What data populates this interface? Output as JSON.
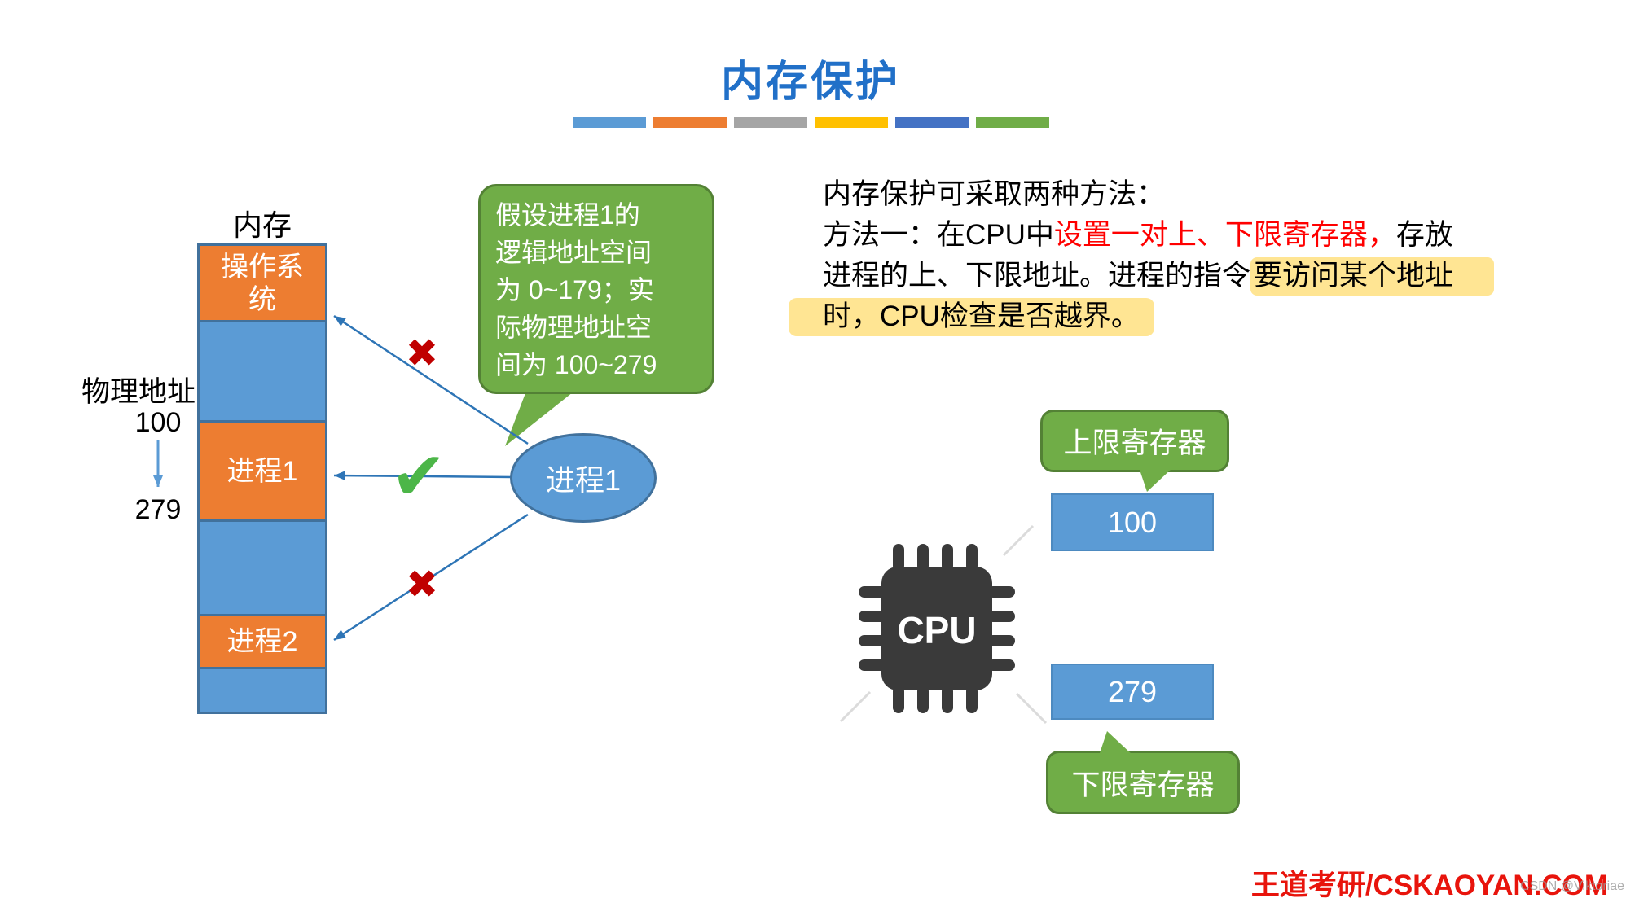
{
  "title": {
    "text": "内存保护"
  },
  "decor": {
    "bar_colors": [
      "#5B9BD5",
      "#ED7D31",
      "#A5A5A5",
      "#FFC000",
      "#4472C4",
      "#70AD47"
    ]
  },
  "memory_diagram": {
    "heading": "内存",
    "physical_address_label": "物理地址",
    "address_start": "100",
    "address_end": "279",
    "blocks": [
      {
        "label": "操作系\n统",
        "color": "#ED7D31"
      },
      {
        "label": "",
        "color": "#5B9BD5"
      },
      {
        "label": "进程1",
        "color": "#ED7D31"
      },
      {
        "label": "",
        "color": "#5B9BD5"
      },
      {
        "label": "进程2",
        "color": "#ED7D31"
      },
      {
        "label": "",
        "color": "#5B9BD5"
      }
    ]
  },
  "callout": {
    "text": "假设进程1的\n逻辑地址空间\n为 0~179；实\n际物理地址空\n间为 100~279"
  },
  "process_bubble": {
    "label": "进程1"
  },
  "marks": {
    "cross": "✖",
    "check": "✔",
    "cross_color": "#C00000",
    "check_color": "#4CB648"
  },
  "method": {
    "intro": "内存保护可采取两种方法：",
    "line2_prefix": "方法一：在CPU中",
    "line2_red": "设置一对上、下限寄存器，",
    "line2_red_color": "#FF0000",
    "line2_suffix": "存放",
    "line3_plain": "进程的上、下限地址。进程的指令",
    "line3_highlight": "要访问某个地址",
    "line4_highlight": "时，CPU检查是否越界。",
    "highlight_color": "#FFE593"
  },
  "cpu_diagram": {
    "upper_register_label": "上限寄存器",
    "upper_bound_value": "100",
    "chip_label": "CPU",
    "lower_bound_value": "279",
    "lower_register_label": "下限寄存器",
    "register_color": "#70AD47",
    "value_box_color": "#5B9BD5",
    "chip_color": "#3A3A3A"
  },
  "footer": {
    "brand": "王道考研/CSKAOYAN.COM",
    "brand_color": "#E8140C",
    "watermark": "CSDN @Viktoriae"
  }
}
